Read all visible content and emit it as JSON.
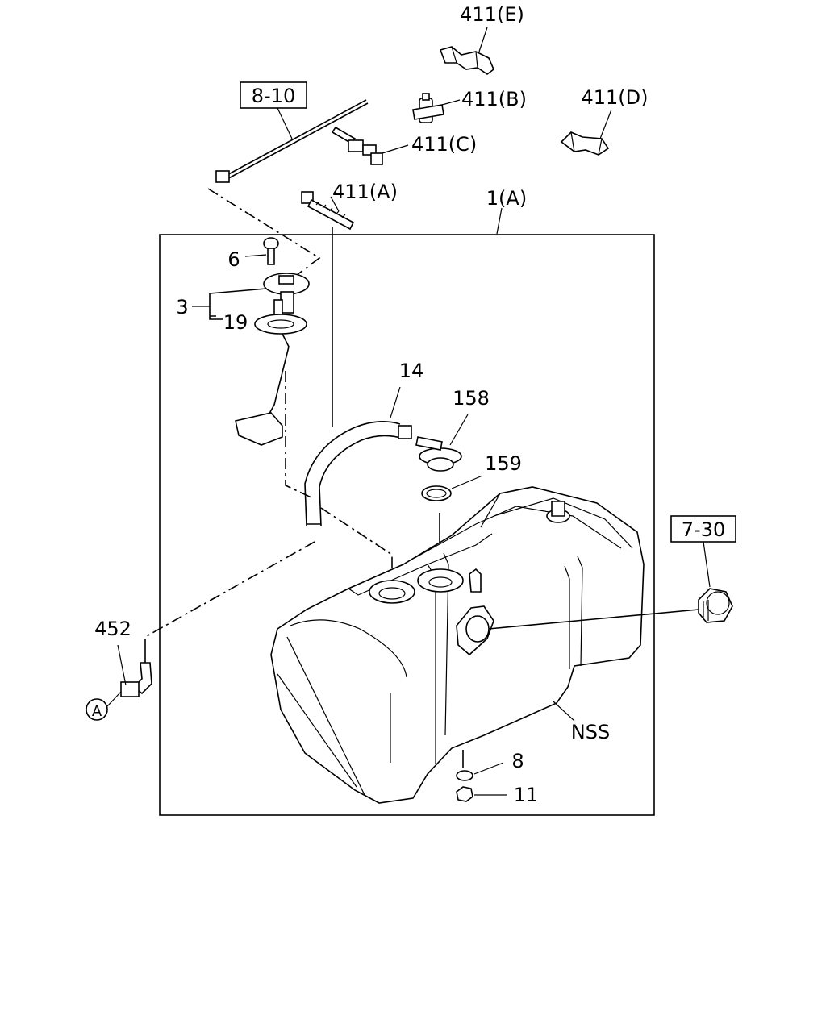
{
  "callouts": {
    "c411e": "411(E)",
    "c411b": "411(B)",
    "c411d": "411(D)",
    "c411c": "411(C)",
    "c411a": "411(A)",
    "c1a": "1(A)",
    "ref_8_10": "8-10",
    "ref_7_30": "7-30",
    "c6": "6",
    "c3": "3",
    "c19": "19",
    "c14": "14",
    "c158": "158",
    "c159": "159",
    "c452": "452",
    "circle_a": "A",
    "nss": "NSS",
    "c8": "8",
    "c11": "11"
  }
}
